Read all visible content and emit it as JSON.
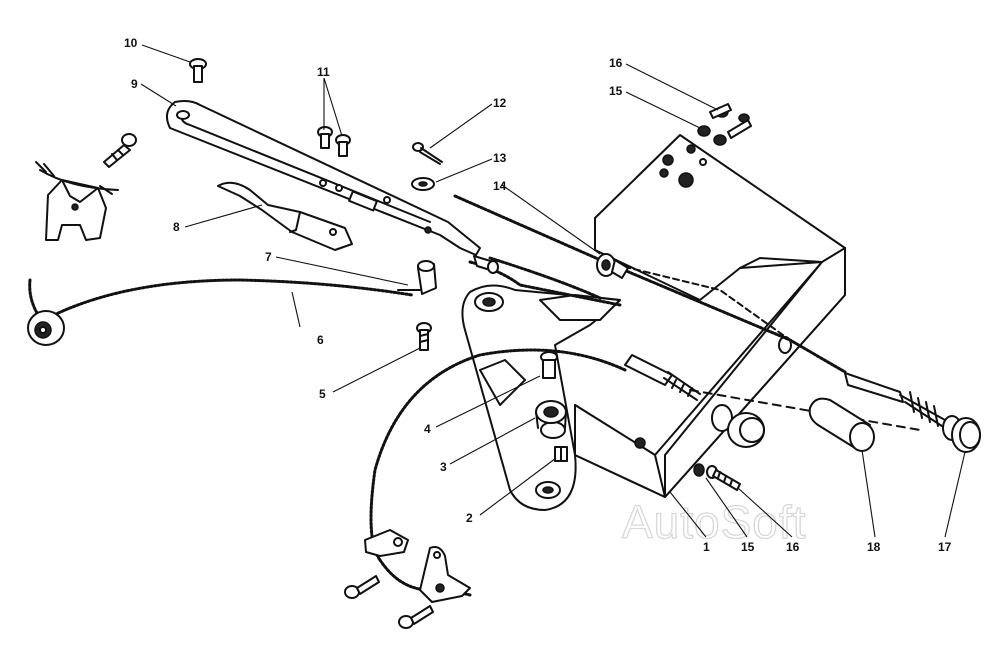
{
  "watermark": "AutoSoft",
  "callouts": {
    "c1": "1",
    "c2": "2",
    "c3": "3",
    "c4": "4",
    "c5": "5",
    "c6": "6",
    "c7": "7",
    "c8": "8",
    "c9": "9",
    "c10": "10",
    "c11": "11",
    "c12": "12",
    "c13": "13",
    "c14": "14",
    "c15a": "15",
    "c15b": "15",
    "c16a": "16",
    "c16b": "16",
    "c17": "17",
    "c18": "18"
  }
}
